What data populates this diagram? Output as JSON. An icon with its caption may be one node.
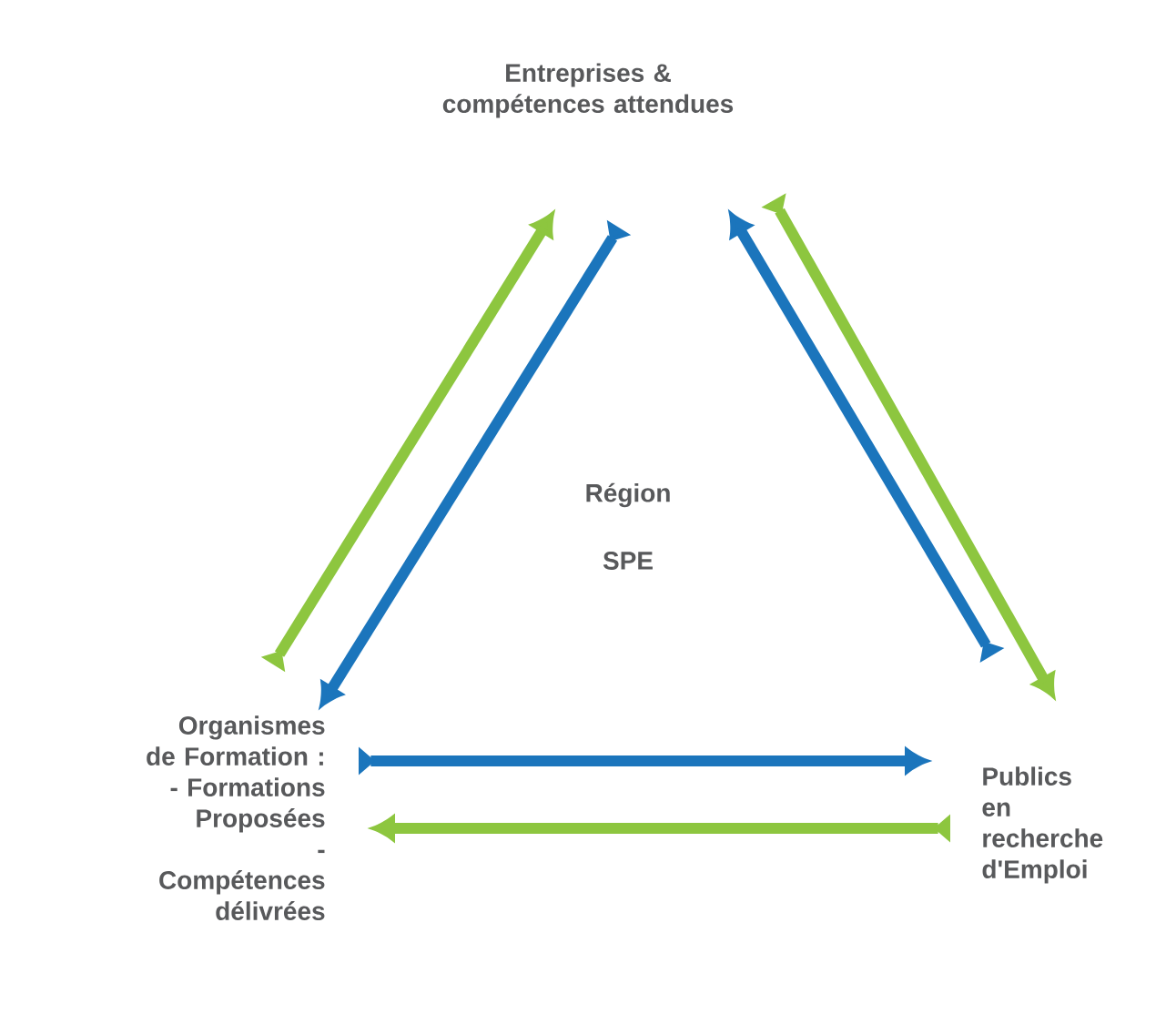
{
  "diagram": {
    "nodes": [
      {
        "text": [
          "Entreprises & compétences attendues"
        ]
      },
      {
        "text": [
          "Organismes de Formation :",
          "- Formations Proposées",
          "- Compétences délivrées"
        ]
      },
      {
        "text": [
          "Publics en recherche d'Emploi"
        ]
      }
    ],
    "edges": [
      {
        "from": 1,
        "to": 0,
        "arrow": "to",
        "color": "#8dc63f"
      },
      {
        "from": 0,
        "to": 1,
        "arrow": "to",
        "color": "#1b75bc"
      },
      {
        "from": 2,
        "to": 0,
        "arrow": "to",
        "color": "#1b75bc"
      },
      {
        "from": 0,
        "to": 2,
        "arrow": "to",
        "color": "#8dc63f"
      },
      {
        "from": 1,
        "to": 2,
        "arrow": "to",
        "color": "#1b75bc"
      },
      {
        "from": 2,
        "to": 1,
        "arrow": "to",
        "color": "#8dc63f"
      }
    ],
    "labels": [
      "Région",
      "SPE"
    ]
  }
}
